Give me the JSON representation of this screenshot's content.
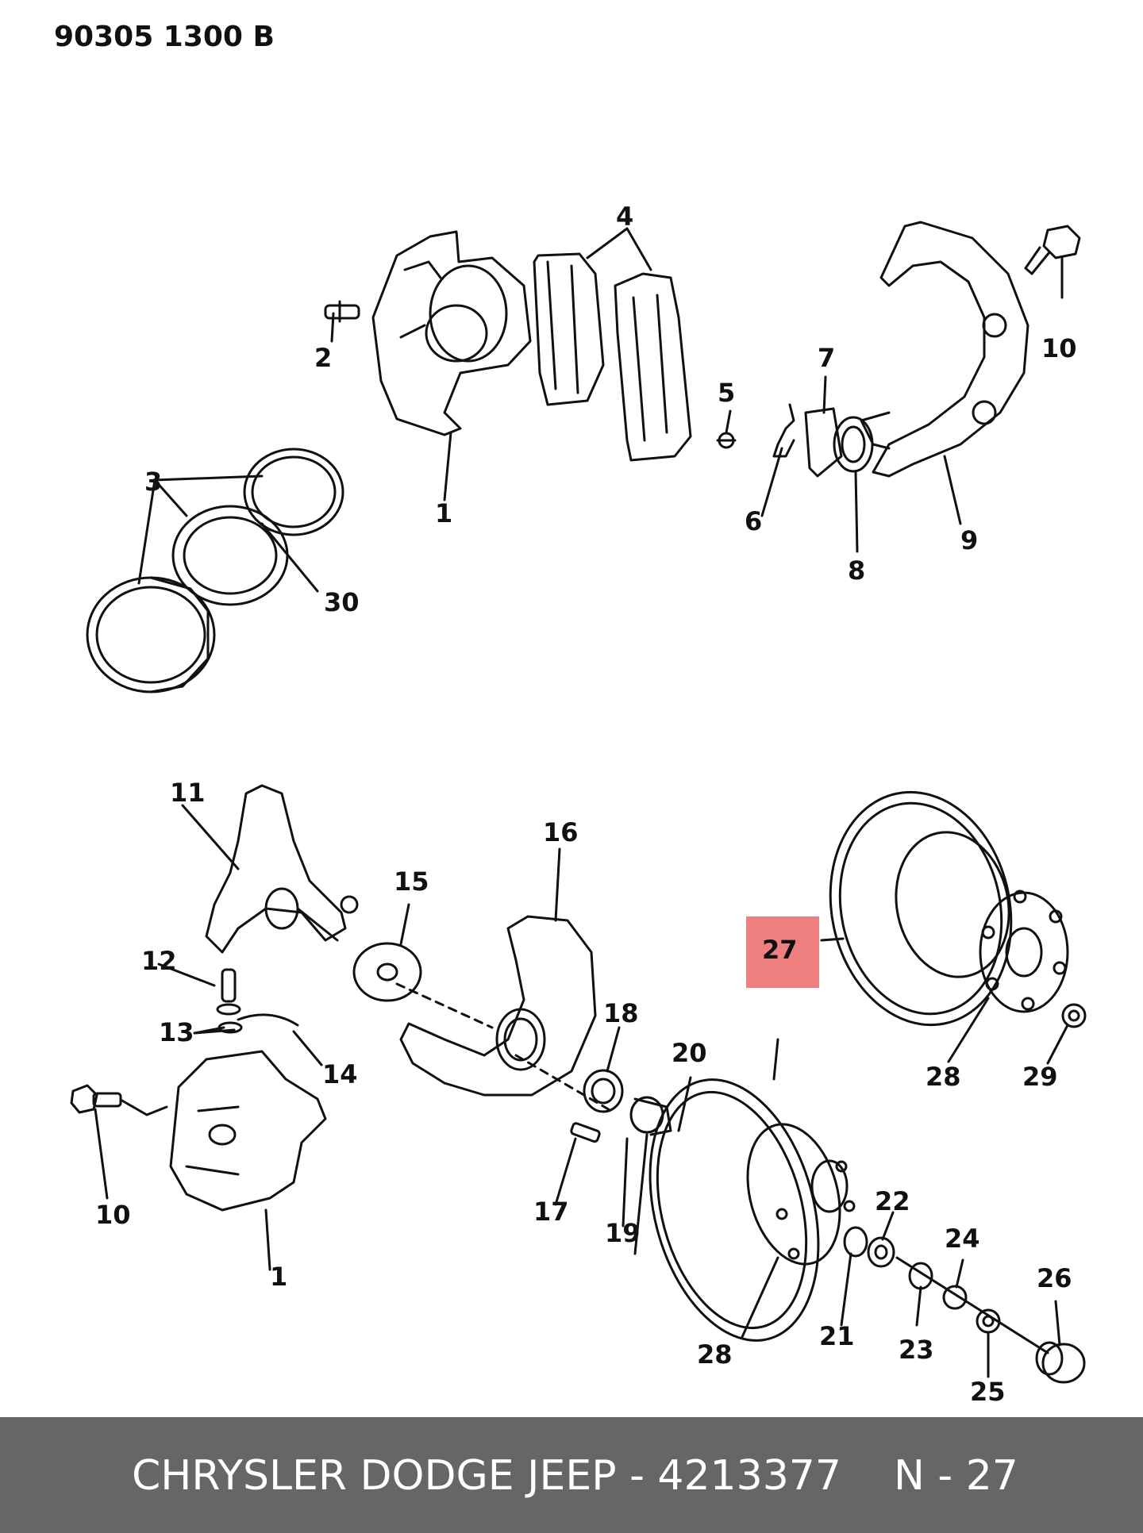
{
  "header": {
    "reference": "90305 1300 B"
  },
  "callouts": [
    {
      "id": "c-2",
      "text": "2"
    },
    {
      "id": "c-4",
      "text": "4"
    },
    {
      "id": "c-5",
      "text": "5"
    },
    {
      "id": "c-7",
      "text": "7"
    },
    {
      "id": "c-10a",
      "text": "10"
    },
    {
      "id": "c-1a",
      "text": "1"
    },
    {
      "id": "c-6",
      "text": "6"
    },
    {
      "id": "c-8",
      "text": "8"
    },
    {
      "id": "c-9",
      "text": "9"
    },
    {
      "id": "c-3",
      "text": "3"
    },
    {
      "id": "c-30",
      "text": "30"
    },
    {
      "id": "c-11",
      "text": "11"
    },
    {
      "id": "c-15",
      "text": "15"
    },
    {
      "id": "c-16",
      "text": "16"
    },
    {
      "id": "c-12",
      "text": "12"
    },
    {
      "id": "c-13",
      "text": "13"
    },
    {
      "id": "c-14",
      "text": "14"
    },
    {
      "id": "c-18",
      "text": "18"
    },
    {
      "id": "c-20",
      "text": "20"
    },
    {
      "id": "c-27",
      "text": "27"
    },
    {
      "id": "c-28a",
      "text": "28"
    },
    {
      "id": "c-29",
      "text": "29"
    },
    {
      "id": "c-10b",
      "text": "10"
    },
    {
      "id": "c-17",
      "text": "17"
    },
    {
      "id": "c-19",
      "text": "19"
    },
    {
      "id": "c-1b",
      "text": "1"
    },
    {
      "id": "c-22",
      "text": "22"
    },
    {
      "id": "c-24",
      "text": "24"
    },
    {
      "id": "c-26",
      "text": "26"
    },
    {
      "id": "c-21",
      "text": "21"
    },
    {
      "id": "c-23",
      "text": "23"
    },
    {
      "id": "c-28b",
      "text": "28"
    },
    {
      "id": "c-25",
      "text": "25"
    }
  ],
  "highlight": {
    "callout": "27",
    "color": "#f08080"
  },
  "footer": {
    "brand_part": "CHRYSLER DODGE JEEP - 4213377",
    "page_ref": "N - 27"
  }
}
